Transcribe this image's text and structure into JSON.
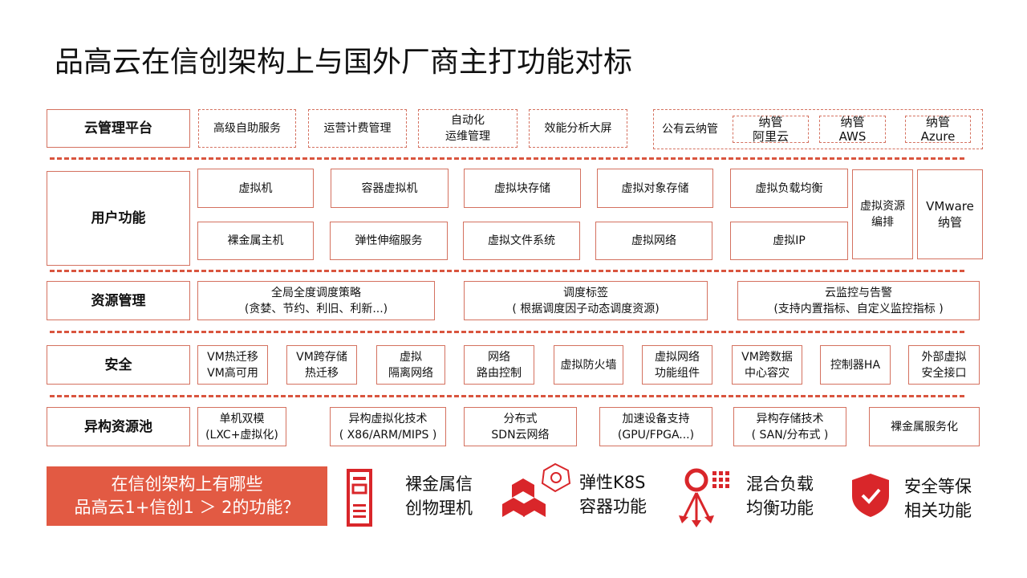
{
  "title": "品高云在信创架构上与国外厂商主打功能对标",
  "rows": {
    "cloud": {
      "label": "云管理平台",
      "items": [
        "高级自助服务",
        "运营计费管理",
        "自动化\n运维管理",
        "效能分析大屏"
      ],
      "public": {
        "label": "公有云纳管",
        "items": [
          "纳管\n阿里云",
          "纳管\nAWS",
          "纳管\nAzure"
        ]
      }
    },
    "user": {
      "label": "用户功能",
      "items": [
        "虚拟机",
        "容器虚拟机",
        "虚拟块存储",
        "虚拟对象存储",
        "虚拟负载均衡",
        "裸金属主机",
        "弹性伸缩服务",
        "虚拟文件系统",
        "虚拟网络",
        "虚拟IP",
        "虚拟资源\n编排",
        "VMware\n纳管"
      ]
    },
    "resource": {
      "label": "资源管理",
      "items": [
        "全局全度调度策略\n(贪婪、节约、利旧、利新...)",
        "调度标签\n( 根据调度因子动态调度资源)",
        "云监控与告警\n(支持内置指标、自定义监控指标 )"
      ]
    },
    "security": {
      "label": "安全",
      "items": [
        "VM热迁移\nVM高可用",
        "VM跨存储\n热迁移",
        "虚拟\n隔离网络",
        "网络\n路由控制",
        "虚拟防火墙",
        "虚拟网络\n功能组件",
        "VM跨数据\n中心容灾",
        "控制器HA",
        "外部虚拟\n安全接口"
      ]
    },
    "pool": {
      "label": "异构资源池",
      "items": [
        "单机双模\n(LXC+虚拟化)",
        "异构虚拟化技术\n( X86/ARM/MIPS )",
        "分布式\nSDN云网络",
        "加速设备支持\n(GPU/FPGA...)",
        "异构存储技术\n( SAN/分布式 )",
        "裸金属服务化"
      ]
    }
  },
  "banner": {
    "line1": "在信创架构上有哪些",
    "line2": "品高云1+信创1 ＞ 2的功能？"
  },
  "features": [
    {
      "icon": "server-icon",
      "line1": "裸金属信",
      "line2": "创物理机"
    },
    {
      "icon": "k8s-cubes-icon",
      "line1": "弹性K8S",
      "line2": "容器功能"
    },
    {
      "icon": "load-balance-icon",
      "line1": "混合负载",
      "line2": "均衡功能"
    },
    {
      "icon": "shield-check-icon",
      "line1": "安全等保",
      "line2": "相关功能"
    }
  ],
  "colors": {
    "accent": "#e25a43",
    "border": "#d4715f",
    "icon": "#d9262a"
  }
}
